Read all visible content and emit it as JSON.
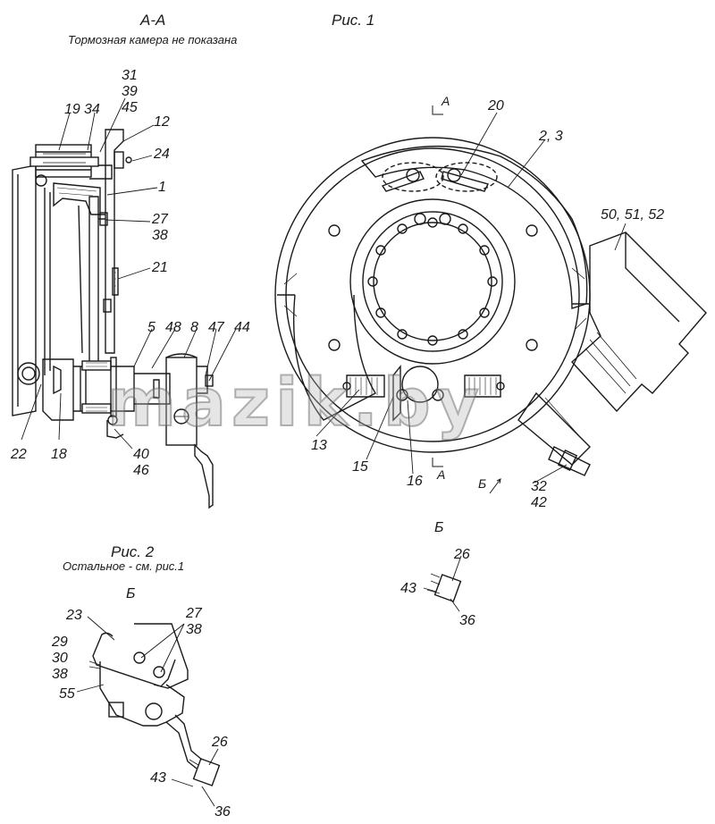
{
  "section_aa": {
    "title": "А-А",
    "note": "Тормозная камера не показана"
  },
  "fig1_title": "Рис. 1",
  "fig2": {
    "title": "Рис. 2",
    "note": "Остальное - см. рис.1"
  },
  "view_b_mid": "Б",
  "view_b_left": "Б",
  "cut_marker_top": "А",
  "cut_marker_bottom": "А",
  "arrow_b": "Б",
  "watermark": "mazik.by",
  "labels": {
    "l31": "31",
    "l39": "39",
    "l45": "45",
    "l19": "19",
    "l34": "34",
    "l12": "12",
    "l24": "24",
    "l1": "1",
    "l27": "27",
    "l38": "38",
    "l21": "21",
    "l5": "5",
    "l48": "48",
    "l8": "8",
    "l47": "47",
    "l44": "44",
    "l22": "22",
    "l18": "18",
    "l40": "40",
    "l46": "46",
    "l20": "20",
    "l23_main": "2, 3",
    "l50": "50, 51, 52",
    "l13": "13",
    "l15": "15",
    "l16": "16",
    "l32": "32",
    "l42": "42",
    "b26": "26",
    "b43": "43",
    "b36": "36",
    "f23": "23",
    "f27": "27",
    "f38a": "38",
    "f29": "29",
    "f30": "30",
    "f38b": "38",
    "f55": "55",
    "f26": "26",
    "f43": "43",
    "f36": "36"
  },
  "colors": {
    "line": "#1a1a1a",
    "background": "#ffffff"
  }
}
